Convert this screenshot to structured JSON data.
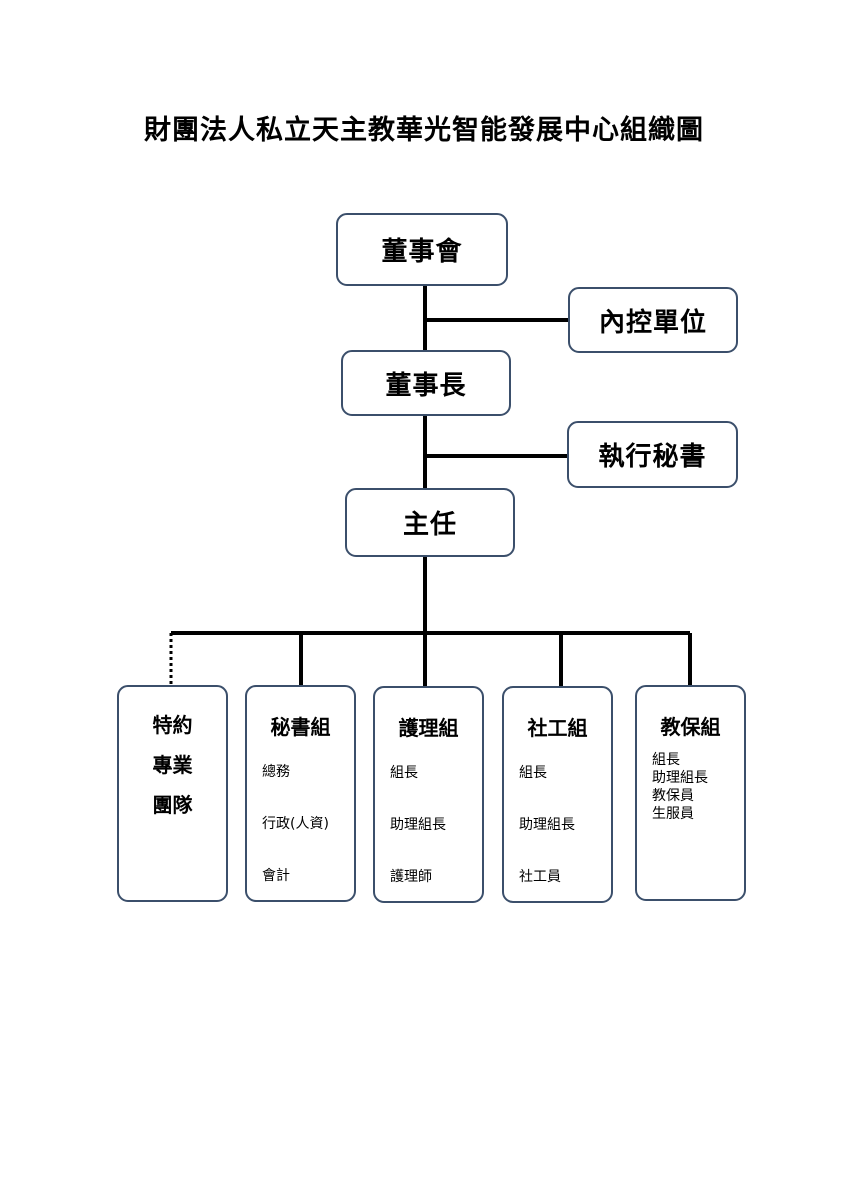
{
  "title": "財團法人私立天主教華光智能發展中心組織圖",
  "nodes": {
    "board": "董事會",
    "internal_control": "內控單位",
    "chairman": "董事長",
    "executive_secretary": "執行秘書",
    "director": "主任"
  },
  "groups": [
    {
      "title": "特約專業團隊",
      "title_lines": [
        "特約",
        "專業",
        "團隊"
      ],
      "items": []
    },
    {
      "title": "秘書組",
      "items": [
        "總務",
        "行政(人資)",
        "會計"
      ]
    },
    {
      "title": "護理組",
      "items": [
        "組長",
        "助理組長",
        "護理師"
      ]
    },
    {
      "title": "社工組",
      "items": [
        "組長",
        "助理組長",
        "社工員"
      ]
    },
    {
      "title": "教保組",
      "items": [
        "組長",
        "助理組長",
        "教保員",
        "生服員"
      ]
    }
  ],
  "colors": {
    "box_border": "#3b4f6b",
    "connector": "#000000"
  }
}
